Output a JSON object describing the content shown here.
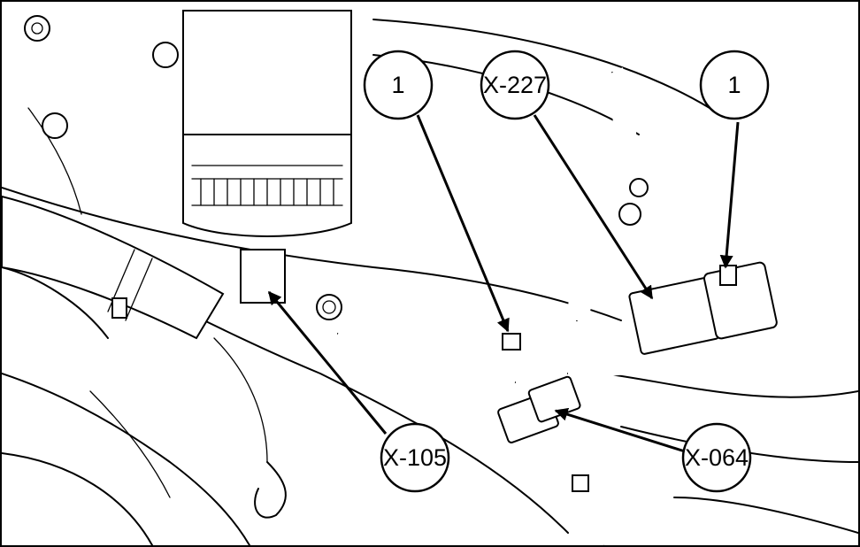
{
  "callouts": {
    "c1_left": "1",
    "c_x227": "X-227",
    "c1_right": "1",
    "c_x105": "X-105",
    "c_x064": "X-064"
  }
}
